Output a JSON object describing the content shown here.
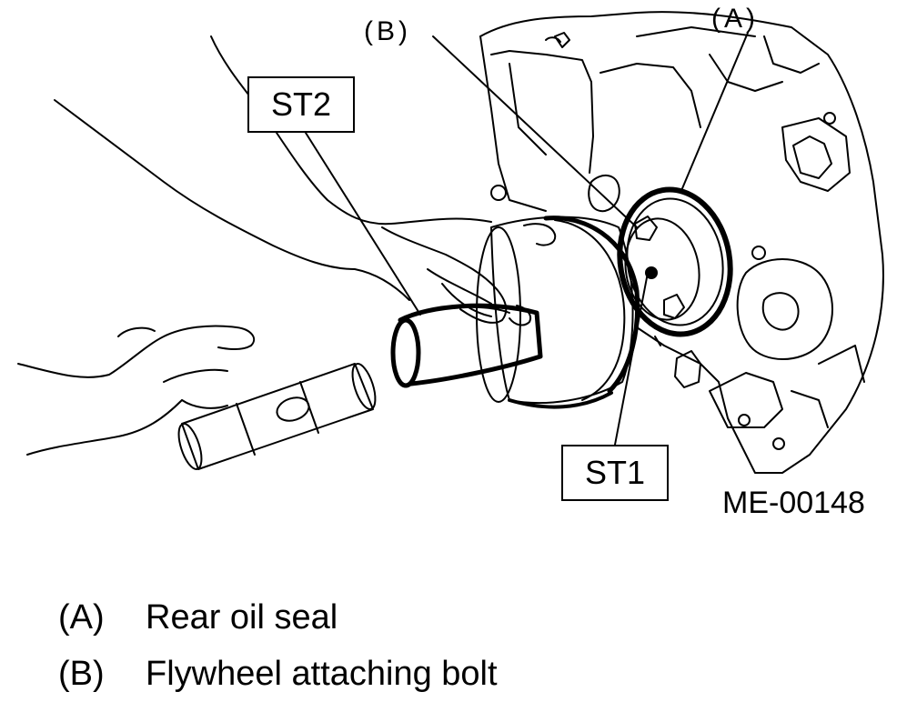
{
  "callouts": {
    "st2": "ST2",
    "st1": "ST1",
    "a": "(A)",
    "b": "(B)"
  },
  "figure_id": "ME-00148",
  "legend": [
    {
      "key": "(A)",
      "text": "Rear oil seal"
    },
    {
      "key": "(B)",
      "text": "Flywheel attaching bolt"
    }
  ]
}
